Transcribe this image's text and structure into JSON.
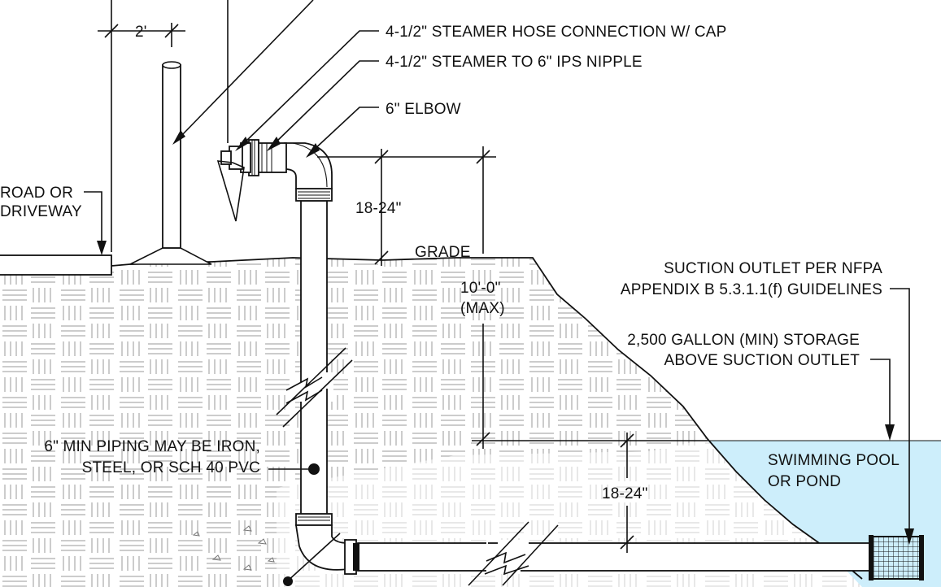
{
  "labels": {
    "dim_2ft": "2'",
    "steamer_hose": "4-1/2\" STEAMER HOSE CONNECTION W/ CAP",
    "steamer_nipple": "4-1/2\" STEAMER TO 6\" IPS NIPPLE",
    "elbow": "6\" ELBOW",
    "road_line1": "ROAD OR",
    "road_line2": "DRIVEWAY",
    "dim_top_18_24": "18-24\"",
    "grade": "GRADE",
    "dim_10ft": "10'-0\"",
    "dim_10ft_max": "(MAX)",
    "suction_line1": "SUCTION OUTLET PER NFPA",
    "suction_line2": "APPENDIX B 5.3.1.1(f) GUIDELINES",
    "storage_line1": "2,500 GALLON (MIN) STORAGE",
    "storage_line2": "ABOVE SUCTION OUTLET",
    "piping_line1": "6\" MIN PIPING MAY BE IRON,",
    "piping_line2": "STEEL, OR SCH 40 PVC",
    "pool_line1": "SWIMMING POOL",
    "pool_line2": "OR POND",
    "dim_bottom_18_24": "18-24\""
  },
  "colors": {
    "water": "#cdeefb",
    "line": "#111111",
    "hatch": "#9a9a9a"
  }
}
